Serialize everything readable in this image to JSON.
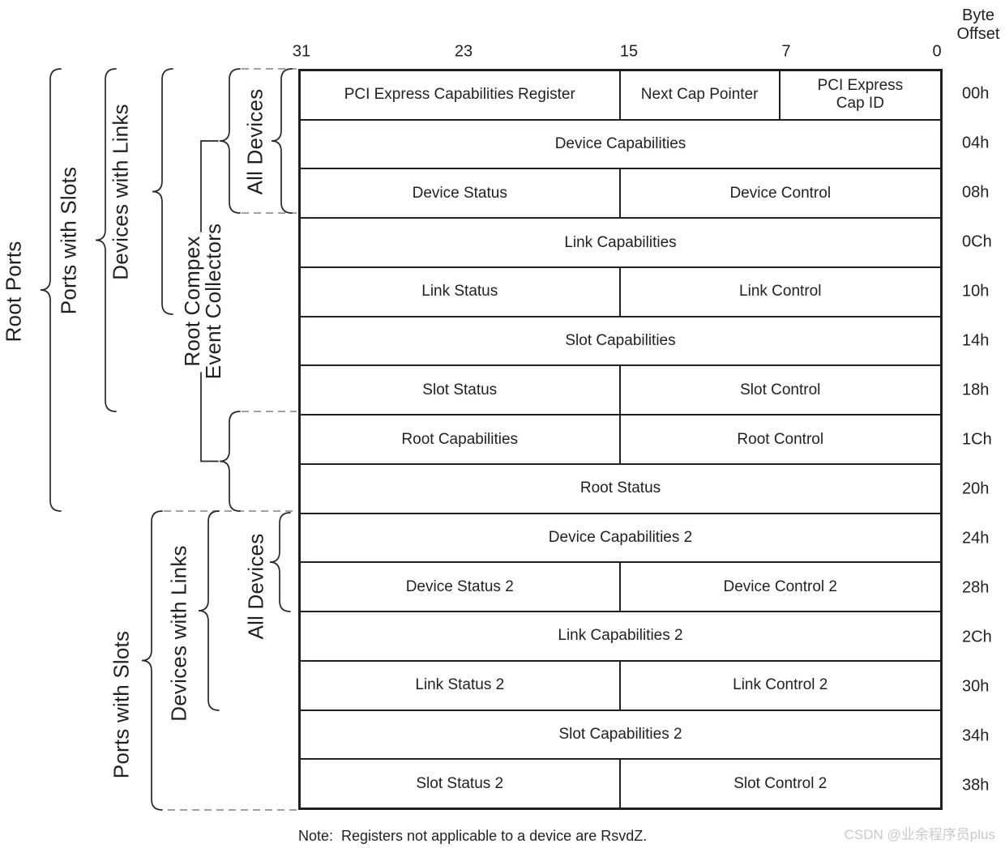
{
  "header": {
    "byte_offset_line1": "Byte",
    "byte_offset_line2": "Offset",
    "bit_labels": [
      "31",
      "23",
      "15",
      "7",
      "0"
    ]
  },
  "registers": [
    {
      "offset": "00h",
      "cells": [
        {
          "label": "PCI Express Capabilities Register",
          "w": 0.5
        },
        {
          "label": "Next Cap Pointer",
          "w": 0.25
        },
        {
          "label": "PCI Express\nCap ID",
          "w": 0.25
        }
      ]
    },
    {
      "offset": "04h",
      "cells": [
        {
          "label": "Device Capabilities",
          "w": 1
        }
      ]
    },
    {
      "offset": "08h",
      "cells": [
        {
          "label": "Device Status",
          "w": 0.5
        },
        {
          "label": "Device Control",
          "w": 0.5
        }
      ]
    },
    {
      "offset": "0Ch",
      "cells": [
        {
          "label": "Link Capabilities",
          "w": 1
        }
      ]
    },
    {
      "offset": "10h",
      "cells": [
        {
          "label": "Link Status",
          "w": 0.5
        },
        {
          "label": "Link Control",
          "w": 0.5
        }
      ]
    },
    {
      "offset": "14h",
      "cells": [
        {
          "label": "Slot Capabilities",
          "w": 1
        }
      ]
    },
    {
      "offset": "18h",
      "cells": [
        {
          "label": "Slot Status",
          "w": 0.5
        },
        {
          "label": "Slot Control",
          "w": 0.5
        }
      ]
    },
    {
      "offset": "1Ch",
      "cells": [
        {
          "label": "Root Capabilities",
          "w": 0.5
        },
        {
          "label": "Root Control",
          "w": 0.5
        }
      ]
    },
    {
      "offset": "20h",
      "cells": [
        {
          "label": "Root Status",
          "w": 1
        }
      ]
    },
    {
      "offset": "24h",
      "cells": [
        {
          "label": "Device Capabilities 2",
          "w": 1
        }
      ]
    },
    {
      "offset": "28h",
      "cells": [
        {
          "label": "Device Status 2",
          "w": 0.5
        },
        {
          "label": "Device Control 2",
          "w": 0.5
        }
      ]
    },
    {
      "offset": "2Ch",
      "cells": [
        {
          "label": "Link Capabilities 2",
          "w": 1
        }
      ]
    },
    {
      "offset": "30h",
      "cells": [
        {
          "label": "Link Status 2",
          "w": 0.5
        },
        {
          "label": "Link Control 2",
          "w": 0.5
        }
      ]
    },
    {
      "offset": "34h",
      "cells": [
        {
          "label": "Slot Capabilities 2",
          "w": 1
        }
      ]
    },
    {
      "offset": "38h",
      "cells": [
        {
          "label": "Slot Status 2",
          "w": 0.5
        },
        {
          "label": "Slot Control 2",
          "w": 0.5
        }
      ]
    }
  ],
  "annotations": {
    "root_ports": "Root Ports",
    "ports_with_slots_top": "Ports with Slots",
    "devices_with_links_top": "Devices with Links",
    "all_devices_top": "All Devices",
    "root_complex_line1": "Root Compex",
    "root_complex_line2": "Event Collectors",
    "ports_with_slots_bottom": "Ports with Slots",
    "devices_with_links_bottom": "Devices with Links",
    "all_devices_bottom": "All Devices"
  },
  "footer": {
    "note": "Note:  Registers not applicable to a device are RsvdZ.",
    "watermark": "CSDN @业余程序员plus"
  },
  "colors": {
    "line": "#231f20",
    "dashed_line": "#828282",
    "watermark": "#cbc8c8"
  }
}
